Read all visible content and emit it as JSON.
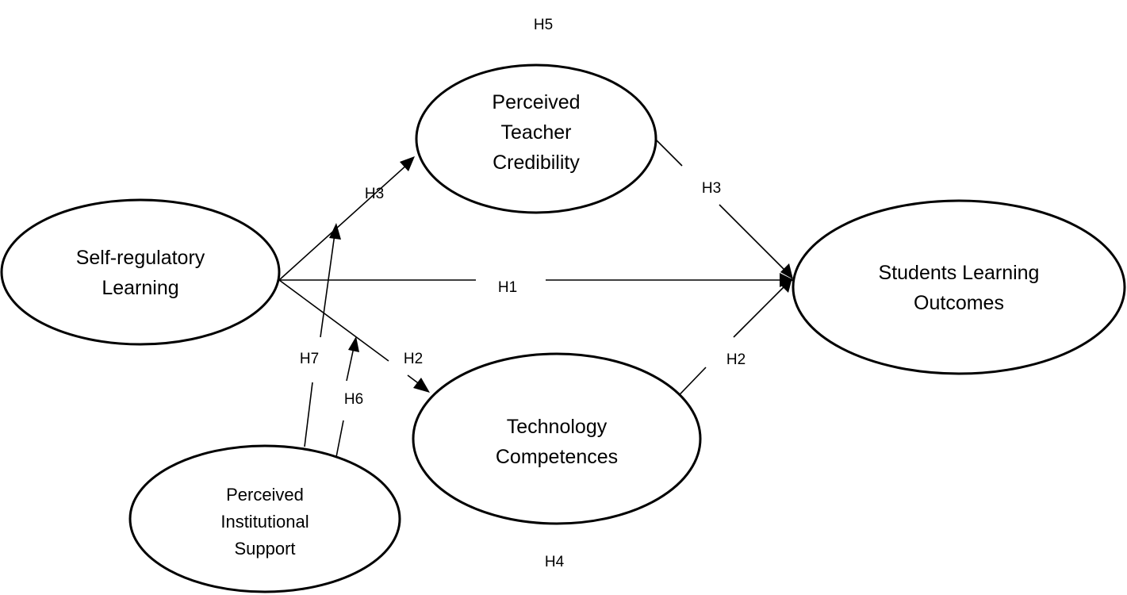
{
  "diagram": {
    "nodes": {
      "self_regulatory": {
        "line1": "Self-regulatory",
        "line2": "Learning"
      },
      "teacher_credibility": {
        "line1": "Perceived",
        "line2": "Teacher",
        "line3": "Credibility"
      },
      "technology": {
        "line1": "Technology",
        "line2": "Competences"
      },
      "institutional": {
        "line1": "Perceived",
        "line2": "Institutional",
        "line3": "Support"
      },
      "outcomes": {
        "line1": "Students Learning",
        "line2": "Outcomes"
      }
    },
    "labels": {
      "h1": "H1",
      "h2_left": "H2",
      "h2_right": "H2",
      "h3_left": "H3",
      "h3_right": "H3",
      "h4": "H4",
      "h5": "H5",
      "h6": "H6",
      "h7": "H7"
    }
  }
}
